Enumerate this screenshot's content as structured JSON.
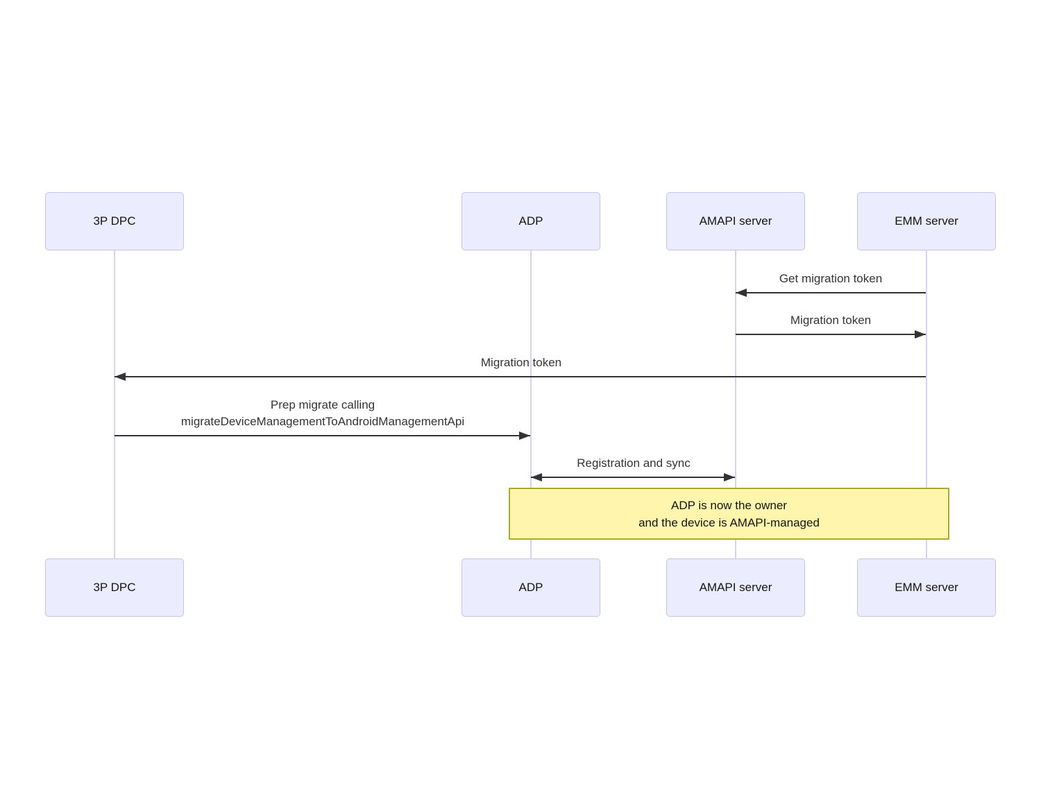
{
  "diagram": {
    "type": "sequence-diagram",
    "actors": [
      {
        "id": "3p-dpc",
        "label": "3P DPC"
      },
      {
        "id": "adp",
        "label": "ADP"
      },
      {
        "id": "amapi-server",
        "label": "AMAPI server"
      },
      {
        "id": "emm-server",
        "label": "EMM server"
      }
    ],
    "messages": [
      {
        "label": "Get migration token",
        "from": "EMM server",
        "to": "AMAPI server",
        "direction": "left"
      },
      {
        "label": "Migration token",
        "from": "AMAPI server",
        "to": "EMM server",
        "direction": "right"
      },
      {
        "label": "Migration token",
        "from": "EMM server",
        "to": "3P DPC",
        "direction": "left"
      },
      {
        "label_line1": "Prep migrate calling",
        "label_line2": "migrateDeviceManagementToAndroidManagementApi",
        "from": "3P DPC",
        "to": "ADP",
        "direction": "right"
      },
      {
        "label": "Registration and sync",
        "from": "ADP",
        "to": "AMAPI server",
        "direction": "both"
      }
    ],
    "note": {
      "line1": "ADP is now the owner",
      "line2": "and the device is AMAPI-managed",
      "over": [
        "ADP",
        "EMM server"
      ]
    },
    "colors": {
      "actor_fill": "#ECECFF",
      "actor_border": "#C5C2EC",
      "lifeline": "#D9D2EE",
      "arrow": "#333333",
      "message_text": "#333333",
      "note_fill": "#FFF5AD",
      "note_border": "#AAAA33",
      "background": "#FFFFFF"
    }
  }
}
